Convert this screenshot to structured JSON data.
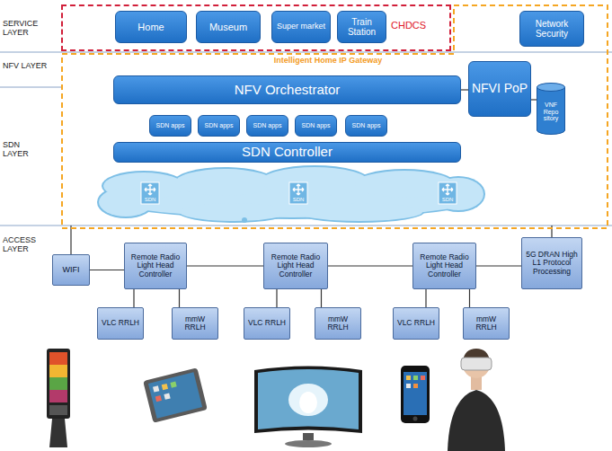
{
  "diagram": {
    "nodes": [
      {
        "text": [
          "CHDCS"
        ]
      },
      {
        "text": [
          "Home"
        ],
        "in": 0
      },
      {
        "text": [
          "Museum"
        ],
        "in": 0
      },
      {
        "text": [
          "Super market"
        ],
        "in": 0
      },
      {
        "text": [
          "Train Station"
        ],
        "in": 0
      },
      {
        "text": [
          "Intelligent Home IP Gateway"
        ]
      },
      {
        "text": [
          "Network Security"
        ],
        "in": 5
      },
      {
        "text": [
          "NFV Orchestrator"
        ],
        "in": 5
      },
      {
        "text": [
          "NFVI PoP"
        ],
        "in": 5
      },
      {
        "text": [
          "VNF Repo sitory"
        ],
        "in": 5
      },
      {
        "text": [
          "SDN apps"
        ],
        "in": 5
      },
      {
        "text": [
          "SDN apps"
        ],
        "in": 5
      },
      {
        "text": [
          "SDN apps"
        ],
        "in": 5
      },
      {
        "text": [
          "SDN apps"
        ],
        "in": 5
      },
      {
        "text": [
          "SDN apps"
        ],
        "in": 5
      },
      {
        "text": [
          "SDN Controller"
        ],
        "in": 5
      },
      {
        "text": [
          "SDN"
        ],
        "in": 5
      },
      {
        "text": [
          "SDN"
        ],
        "in": 5
      },
      {
        "text": [
          "SDN"
        ],
        "in": 5
      },
      {
        "text": [
          "WIFI"
        ]
      },
      {
        "text": [
          "Remote Radio Light Head Controller"
        ]
      },
      {
        "text": [
          "VLC RRLH"
        ]
      },
      {
        "text": [
          "mmW RRLH"
        ]
      },
      {
        "text": [
          "Remote Radio Light Head Controller"
        ]
      },
      {
        "text": [
          "VLC RRLH"
        ]
      },
      {
        "text": [
          "mmW RRLH"
        ]
      },
      {
        "text": [
          "Remote Radio Light Head Controller"
        ]
      },
      {
        "text": [
          "VLC RRLH"
        ]
      },
      {
        "text": [
          "mmW RRLH"
        ]
      },
      {
        "text": [
          "5G DRAN High L1 Protocol Processing"
        ]
      }
    ],
    "edges": [
      {
        "from": 7,
        "to": 8,
        "arrow": "none"
      },
      {
        "from": 8,
        "to": 9,
        "arrow": "none"
      },
      {
        "from": 19,
        "to": 20,
        "arrow": "none"
      },
      {
        "from": 20,
        "to": 23,
        "arrow": "none"
      },
      {
        "from": 23,
        "to": 26,
        "arrow": "none"
      },
      {
        "from": 26,
        "to": 29,
        "arrow": "none"
      },
      {
        "from": 20,
        "to": 21,
        "arrow": "none"
      },
      {
        "from": 20,
        "to": 22,
        "arrow": "none"
      },
      {
        "from": 23,
        "to": 24,
        "arrow": "none"
      },
      {
        "from": 23,
        "to": 25,
        "arrow": "none"
      },
      {
        "from": 26,
        "to": 27,
        "arrow": "none"
      },
      {
        "from": 26,
        "to": 28,
        "arrow": "none"
      }
    ],
    "labels": [
      "SERVICE LAYER",
      "NFV LAYER",
      "SDN LAYER",
      "ACCESS LAYER"
    ]
  }
}
